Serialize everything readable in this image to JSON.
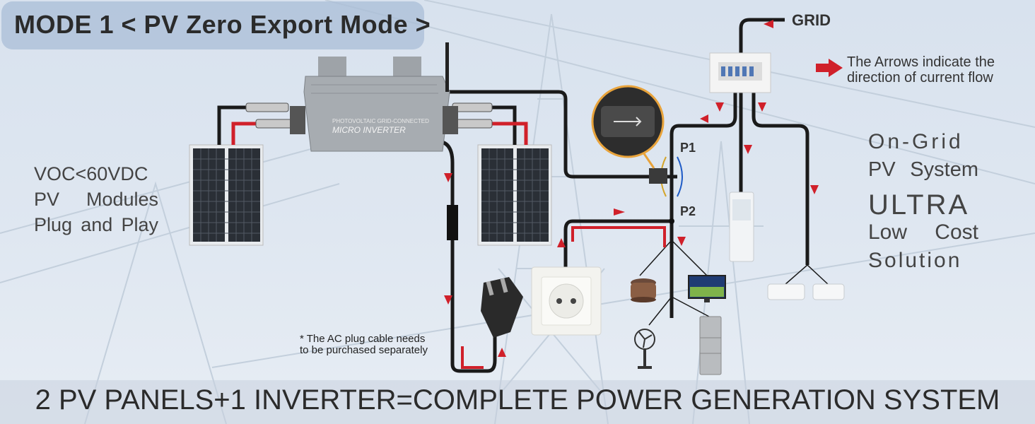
{
  "header": {
    "mode_title": "MODE 1 < PV Zero Export Mode >"
  },
  "labels": {
    "grid": "GRID",
    "p1": "P1",
    "p2": "P2"
  },
  "legend": {
    "line1": "The Arrows indicate the",
    "line2": "direction of current flow",
    "arrow_color": "#d0202a"
  },
  "left_features": [
    "VOC<60VDC",
    "PV Modules",
    "Plug and Play"
  ],
  "right_slogan": [
    "On-Grid",
    "PV System",
    "ULTRA",
    "Low Cost",
    "Solution"
  ],
  "inverter": {
    "small_label": "PHOTOVOLTAIC GRID-CONNECTED",
    "label": "MICRO INVERTER"
  },
  "note": {
    "line1": "* The AC plug cable needs",
    "line2": "to be purchased separately"
  },
  "footer": {
    "title": "2 PV PANELS+1 INVERTER=COMPLETE POWER GENERATION SYSTEM"
  },
  "colors": {
    "flow": "#d0202a",
    "cable": "#1a1a1a",
    "background": "#dce5ef"
  }
}
